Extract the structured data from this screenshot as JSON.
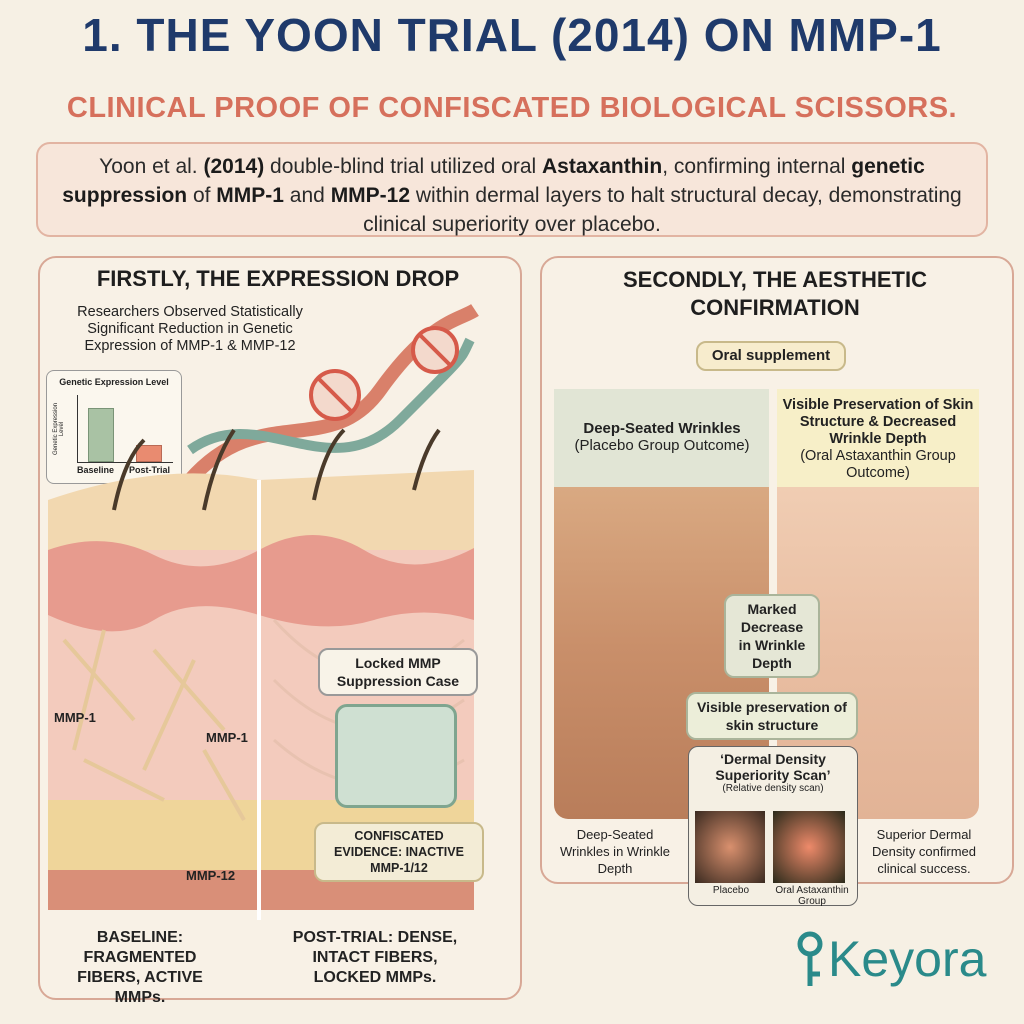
{
  "header": {
    "title": "1. THE YOON TRIAL (2014) ON MMP-1",
    "subtitle": "CLINICAL PROOF OF CONFISCATED BIOLOGICAL SCISSORS."
  },
  "intro": {
    "p1": "Yoon et al. ",
    "b1": "(2014)",
    "p2": " double-blind trial utilized oral ",
    "b2": "Astaxanthin",
    "p3": ", confirming internal ",
    "b3": "genetic suppression",
    "p4": " of ",
    "b4": "MMP-1",
    "p5": " and ",
    "b5": "MMP-12",
    "p6": " within dermal layers to halt structural decay, demonstrating clinical superiority over placebo."
  },
  "left": {
    "heading": "FIRSTLY, THE EXPRESSION DROP",
    "observation": "Researchers Observed Statistically Significant Reduction in Genetic Expression of MMP-1 & MMP-12",
    "chart_data": {
      "type": "bar",
      "title": "Genetic Expression Level",
      "ylabel": "Genetic Expression Level",
      "categories": [
        "Baseline",
        "Post-Trial"
      ],
      "values": [
        80,
        25
      ],
      "ylim": [
        0,
        100
      ]
    },
    "labels": {
      "mmp1a": "MMP-1",
      "mmp1b": "MMP-1",
      "mmp12": "MMP-12",
      "locked": "Locked MMP Suppression Case",
      "confiscated": "CONFISCATED EVIDENCE: INACTIVE MMP-1/12"
    },
    "baseline_caption": "BASELINE: FRAGMENTED FIBERS, ACTIVE MMPs.",
    "post_caption": "POST-TRIAL: DENSE, INTACT FIBERS, LOCKED MMPs."
  },
  "right": {
    "heading": "SECONDLY, THE AESTHETIC CONFIRMATION",
    "oral": "Oral supplement",
    "placebo_title": "Deep-Seated Wrinkles",
    "placebo_sub": "(Placebo Group Outcome)",
    "asta_title": "Visible Preservation of Skin Structure & Decreased Wrinkle Depth",
    "asta_sub": "(Oral Astaxanthin Group Outcome)",
    "marked": "Marked Decrease in Wrinkle Depth",
    "visible": "Visible preservation of skin structure",
    "scan_title": "‘Dermal Density Superiority Scan’",
    "scan_sub": "(Relative density scan)",
    "scan_placebo": "Placebo",
    "scan_asta": "Oral Astaxanthin Group",
    "left_caption": "Deep-Seated Wrinkles in Wrinkle Depth",
    "right_caption": "Superior Dermal Density confirmed clinical success."
  },
  "brand": {
    "name": "Keyora",
    "color": "#2a8a8a"
  }
}
